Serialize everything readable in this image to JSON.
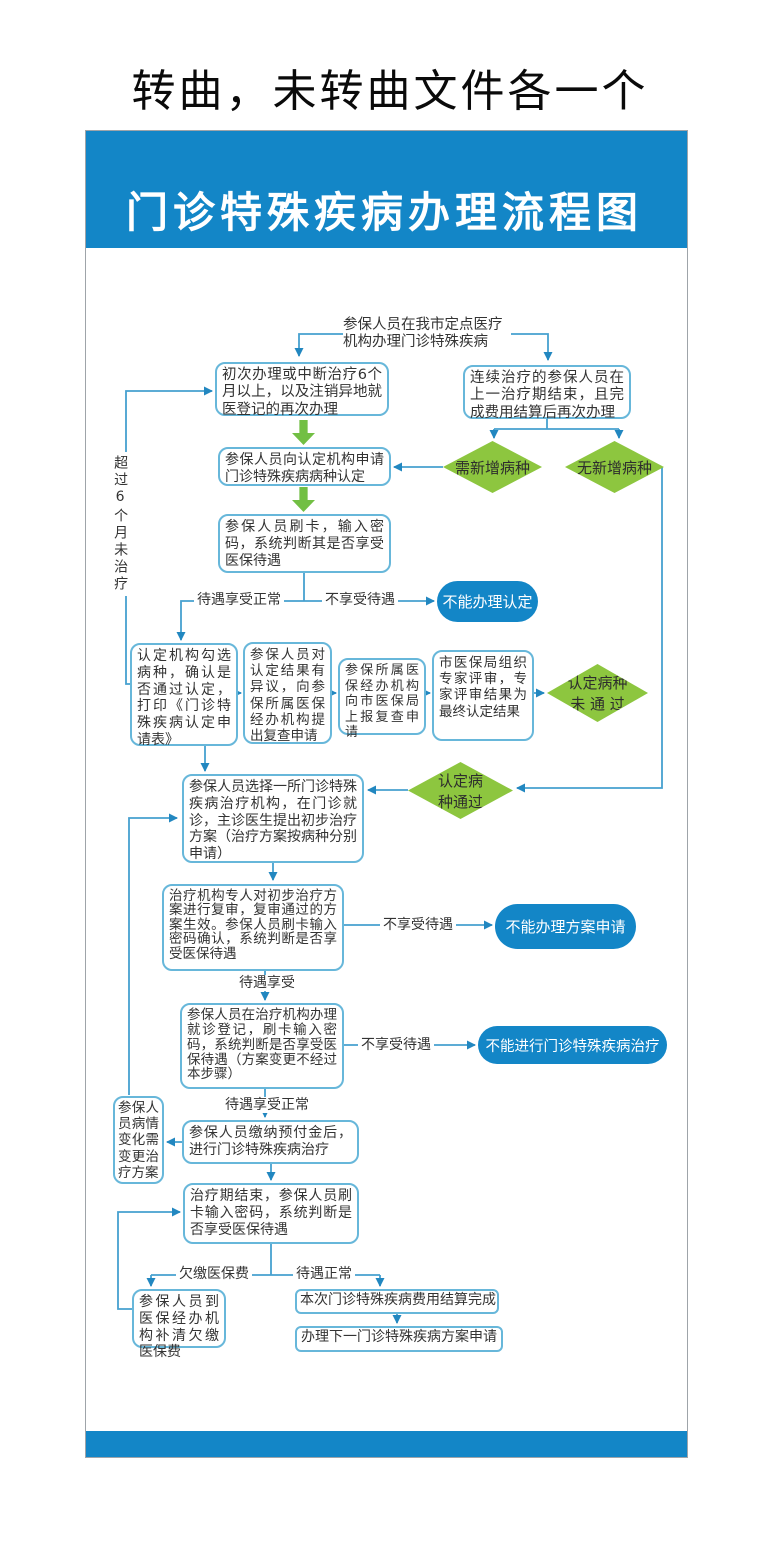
{
  "note": {
    "title": "转曲，未转曲文件各一个"
  },
  "poster": {
    "title": "门诊特殊疾病办理流程图"
  },
  "colors": {
    "header_blue": "#1386c7",
    "box_border_blue": "#67b7da",
    "connector_blue": "#46a0cf",
    "diamond_green": "#8dc63f",
    "block_arrow_green": "#72bf44",
    "terminal_pill_blue": "#1386c7",
    "text": "#333333"
  },
  "nodes": {
    "start_text": "参保人员在我市定点医疗机构办理门诊特殊疾病",
    "initial": "初次办理或中断治疗6个月以上，以及注销异地就医登记的再次办理",
    "continue": "连续治疗的参保人员在上一治疗期结束，且完成费用结算后再次办理",
    "need_new": "需新增病种",
    "no_new": "无新增病种",
    "apply": "参保人员向认定机构申请门诊特殊疾病病种认定",
    "swipe": "参保人员刷卡，输入密码，系统判断其是否享受医保待遇",
    "cannot_certify": "不能办理认定",
    "confirm": "认定机构勾选病种，确认是否通过认定，打印《门诊特殊疾病认定申请表》",
    "objection": "参保人员对认定结果有异议，向参保所属医保经办机构提出复查申请",
    "report": "参保所属医保经办机构向市医保局上报复查申请",
    "expert": "市医保局组织专家评审，专家评审结果为最终认定结果",
    "fail": "认定病种\n未 通 过",
    "pass": "认定病\n种通过",
    "choose": "参保人员选择一所门诊特殊疾病治疗机构，在门诊就诊，主诊医生提出初步治疗方案（治疗方案按病种分别申请）",
    "review": "治疗机构专人对初步治疗方案进行复审，复审通过的方案生效。参保人员刷卡输入密码确认，系统判断是否享受医保待遇",
    "cannot_plan": "不能办理方案申请",
    "register": "参保人员在治疗机构办理就诊登记，刷卡输入密码，系统判断是否享受医保待遇（方案变更不经过本步骤）",
    "cannot_treat": "不能进行门诊特殊疾病治疗",
    "change": "参保人员病情变化需变更治疗方案",
    "pay": "参保人员缴纳预付金后，进行门诊特殊疾病治疗",
    "end_period": "治疗期结束，参保人员刷卡输入密码，系统判断是否享受医保待遇",
    "debt": "参保人员到医保经办机构补清欠缴医保费",
    "settle": "本次门诊特殊疾病费用结算完成",
    "next": "办理下一门诊特殊疾病方案申请"
  },
  "labels": {
    "benefit_normal_1": "待遇享受正常",
    "no_benefit_1": "不享受待遇",
    "over_6_months": "超过6个月未治疗",
    "no_benefit_2": "不享受待遇",
    "benefit_enjoy": "待遇享受",
    "no_benefit_3": "不享受待遇",
    "benefit_normal_2": "待遇享受正常",
    "owe_insurance": "欠缴医保费",
    "benefit_normal_3": "待遇正常"
  }
}
